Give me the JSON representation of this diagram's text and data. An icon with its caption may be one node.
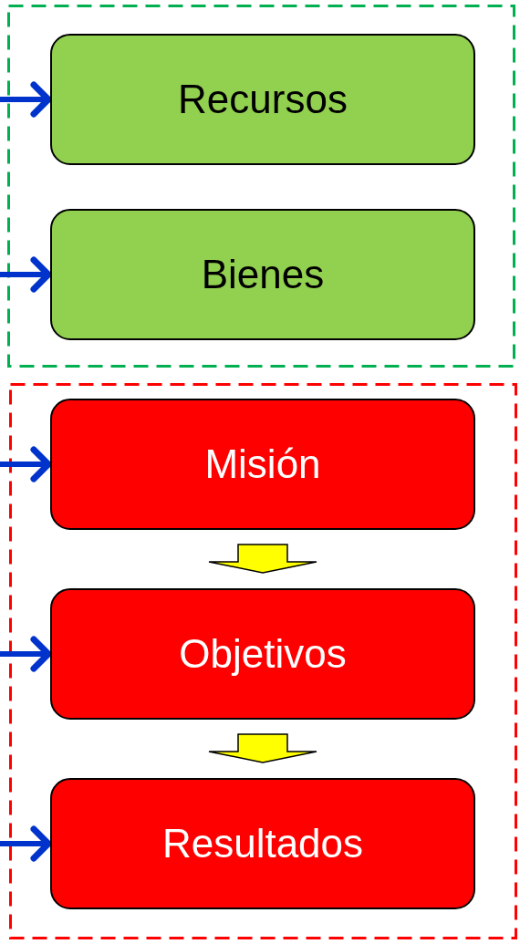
{
  "diagram": {
    "nodes": [
      {
        "text": [],
        "shape": "box"
      },
      {
        "text": [
          "Recursos"
        ],
        "in": 0
      },
      {
        "text": [
          "Bienes"
        ],
        "in": 0
      },
      {
        "text": [],
        "shape": "box"
      },
      {
        "text": [
          "Misión"
        ],
        "in": 3
      },
      {
        "text": [
          "Objetivos"
        ],
        "in": 3
      },
      {
        "text": [
          "Resultados"
        ],
        "in": 3
      }
    ],
    "edges": [
      {
        "from": null,
        "to": 1,
        "arrow": "to"
      },
      {
        "from": null,
        "to": 2,
        "arrow": "to"
      },
      {
        "from": null,
        "to": 4,
        "arrow": "to"
      },
      {
        "from": null,
        "to": 5,
        "arrow": "to"
      },
      {
        "from": null,
        "to": 6,
        "arrow": "to"
      },
      {
        "from": 4,
        "to": 5,
        "arrow": "to",
        "style": "thick",
        "color": "#ffff00"
      },
      {
        "from": 5,
        "to": 6,
        "arrow": "to",
        "style": "thick",
        "color": "#ffff00"
      }
    ]
  }
}
